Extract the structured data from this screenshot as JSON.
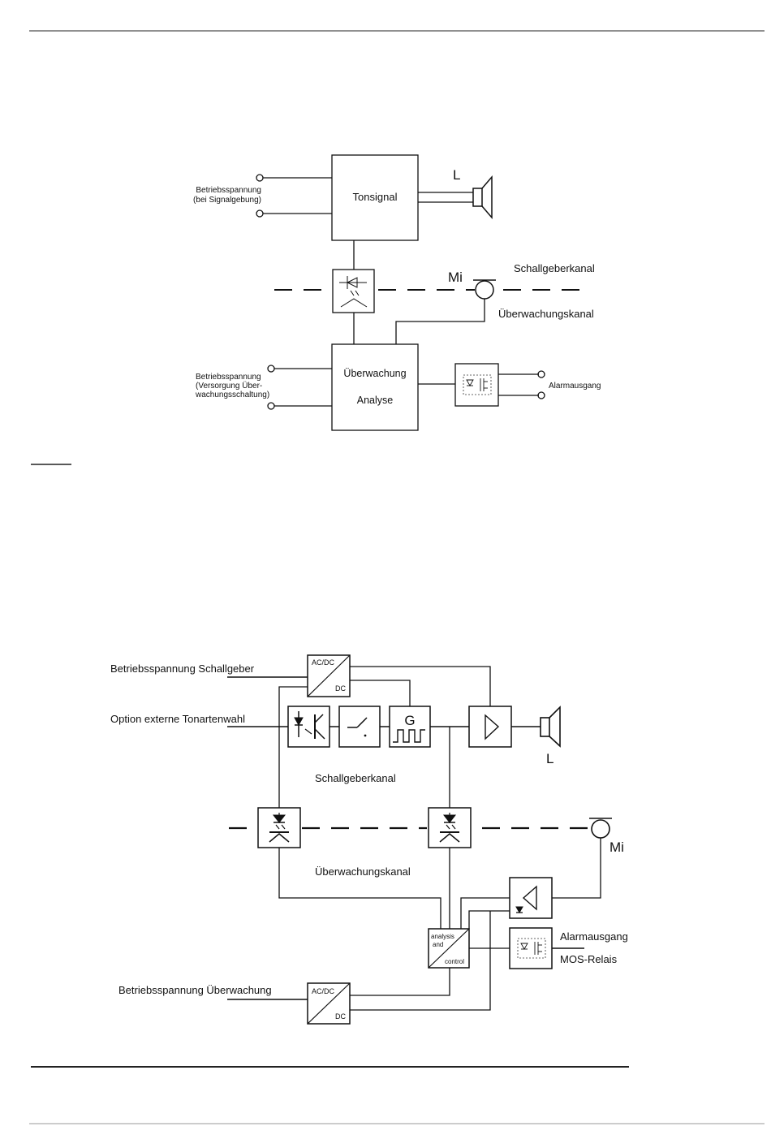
{
  "diagram1": {
    "supply_label_line1": "Betriebsspannung",
    "supply_label_line2": "(bei Signalgebung)",
    "tone_box": "Tonsignal",
    "speaker_label": "L",
    "mic_label": "Mi",
    "channel_sound": "Schallgeberkanal",
    "channel_monitor": "Überwachungskanal",
    "monitor_supply_line1": "Betriebsspannung",
    "monitor_supply_line2": "(Versorgung Über-",
    "monitor_supply_line3": "wachungsschaltung)",
    "monitor_box_line1": "Überwachung",
    "monitor_box_line2": "Analyse",
    "alarm_output": "Alarmausgang"
  },
  "diagram2": {
    "supply_sound": "Betriebsspannung Schallgeber",
    "option_tone": "Option externe Tonartenwahl",
    "acdc_top": "AC/DC",
    "acdc_bottom": "DC",
    "generator": "G",
    "speaker_label": "L",
    "channel_sound": "Schallgeberkanal",
    "channel_monitor": "Überwachungskanal",
    "mic_label": "Mi",
    "analysis_line1": "analysis",
    "analysis_line2": "and",
    "analysis_line3": "control",
    "alarm_output": "Alarmausgang",
    "mos_relay": "MOS-Relais",
    "supply_monitor": "Betriebsspannung Überwachung",
    "acdc2_top": "AC/DC",
    "acdc2_bottom": "DC"
  }
}
